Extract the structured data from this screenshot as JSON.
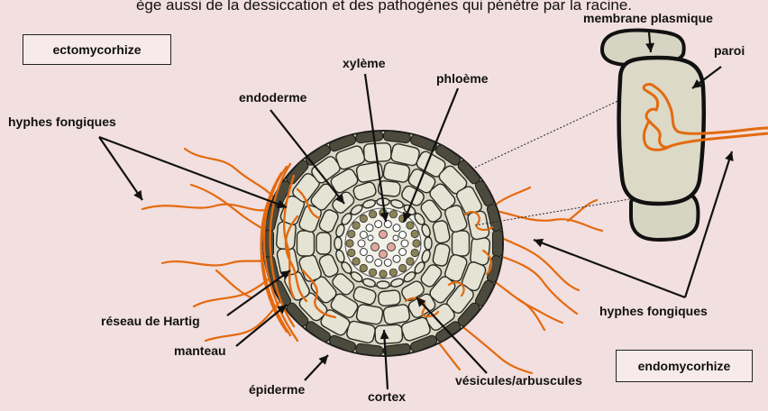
{
  "header_text": "ège aussi de la dessiccation et des pathogènes qui pénètre par la racine.",
  "boxes": {
    "ecto": "ectomycorhize",
    "endo": "endomycorhize"
  },
  "labels": {
    "membrane": "membrane plasmique",
    "paroi": "paroi",
    "xyleme": "xylème",
    "phloeme": "phloème",
    "endoderme": "endoderme",
    "hyphes_left": "hyphes fongiques",
    "hyphes_right": "hyphes fongiques",
    "hartig": "réseau de Hartig",
    "manteau": "manteau",
    "epiderme": "épiderme",
    "cortex": "cortex",
    "vesicules": "vésicules/arbuscules"
  },
  "colors": {
    "background": "#f2dfdf",
    "hyphae": "#e36a10",
    "cell_fill": "#e4e3d4",
    "epidermis_dark": "#4b4a3c",
    "xylem_dot": "#8c8457",
    "phloem_dot": "#e2a8a0"
  }
}
